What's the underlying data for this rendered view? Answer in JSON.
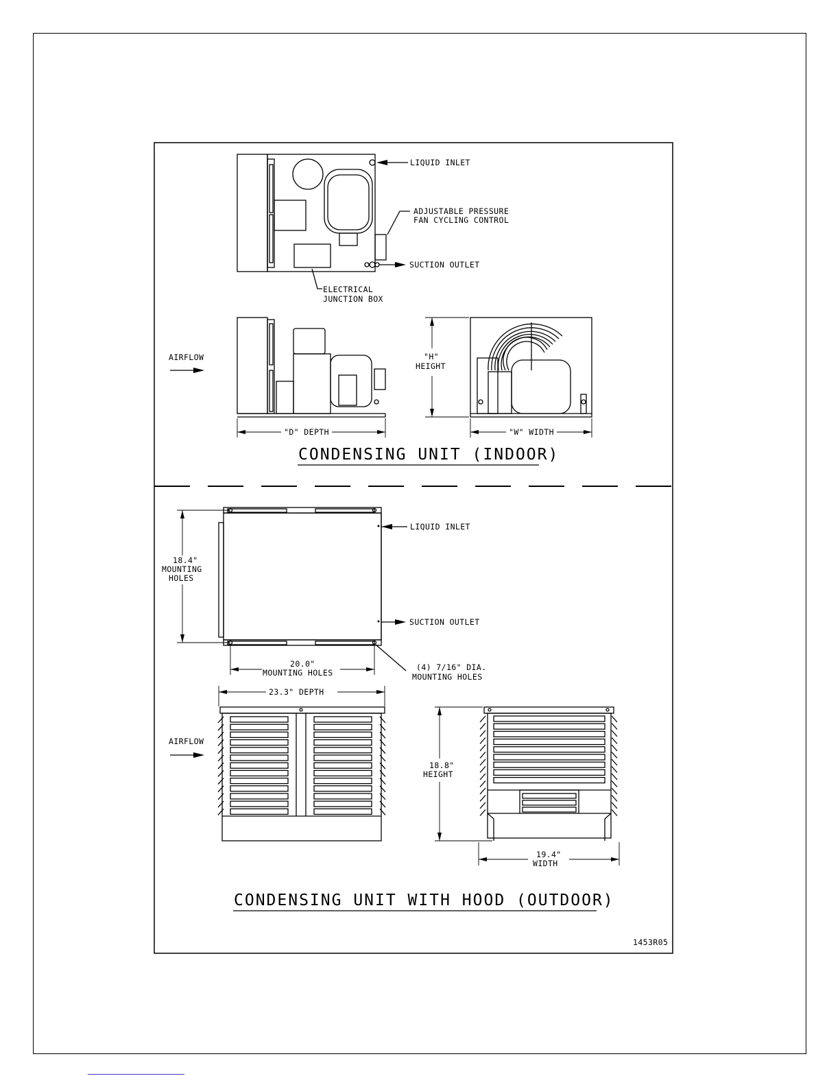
{
  "indoor": {
    "title": "CONDENSING UNIT (INDOOR)",
    "labels": {
      "liquid_inlet": "LIQUID INLET",
      "pressure_control_line1": "ADJUSTABLE PRESSURE",
      "pressure_control_line2": "FAN CYCLING CONTROL",
      "suction_outlet": "SUCTION OUTLET",
      "junction_box_line1": "ELECTRICAL",
      "junction_box_line2": "JUNCTION BOX",
      "airflow": "AIRFLOW",
      "height_line1": "\"H\"",
      "height_line2": "HEIGHT",
      "depth": "\"D\" DEPTH",
      "width": "\"W\" WIDTH"
    }
  },
  "outdoor": {
    "title": "CONDENSING UNIT WITH HOOD (OUTDOOR)",
    "labels": {
      "liquid_inlet": "LIQUID INLET",
      "suction_outlet": "SUCTION OUTLET",
      "holes_vertical_line1": "18.4\"",
      "holes_vertical_line2": "MOUNTING",
      "holes_vertical_line3": "HOLES",
      "holes_horizontal_line1": "20.0\"",
      "holes_horizontal_line2": "MOUNTING HOLES",
      "holes_dia_line1": "(4) 7/16\" DIA.",
      "holes_dia_line2": "MOUNTING HOLES",
      "depth": "23.3\" DEPTH",
      "airflow": "AIRFLOW",
      "height_line1": "18.8\"",
      "height_line2": "HEIGHT",
      "width_line1": "19.4\"",
      "width_line2": "WIDTH"
    }
  },
  "drawing_number": "1453R05"
}
